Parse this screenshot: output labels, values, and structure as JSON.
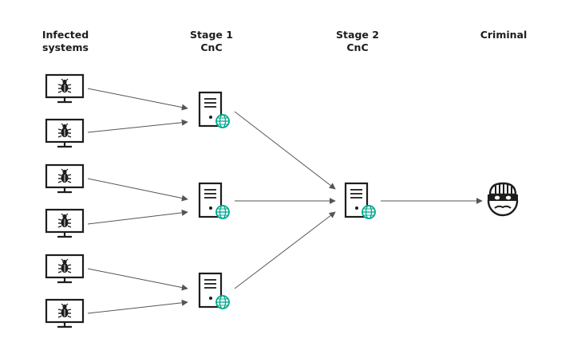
{
  "headers": {
    "infected": "Infected\nsystems",
    "stage1": "Stage 1\nCnC",
    "stage2": "Stage 2\nCnC",
    "criminal": "Criminal"
  },
  "colors": {
    "stroke": "#1d1d1b",
    "arrow": "#555555",
    "globe": "#00a88e"
  },
  "icons": {
    "infected": "monitor-bug-icon",
    "server": "server-globe-icon",
    "criminal": "masked-criminal-icon"
  },
  "nodes": {
    "infected": [
      "infected-1",
      "infected-2",
      "infected-3",
      "infected-4",
      "infected-5",
      "infected-6"
    ],
    "stage1": [
      "stage1-a",
      "stage1-b",
      "stage1-c"
    ],
    "stage2": [
      "stage2"
    ],
    "criminal": [
      "criminal"
    ]
  }
}
